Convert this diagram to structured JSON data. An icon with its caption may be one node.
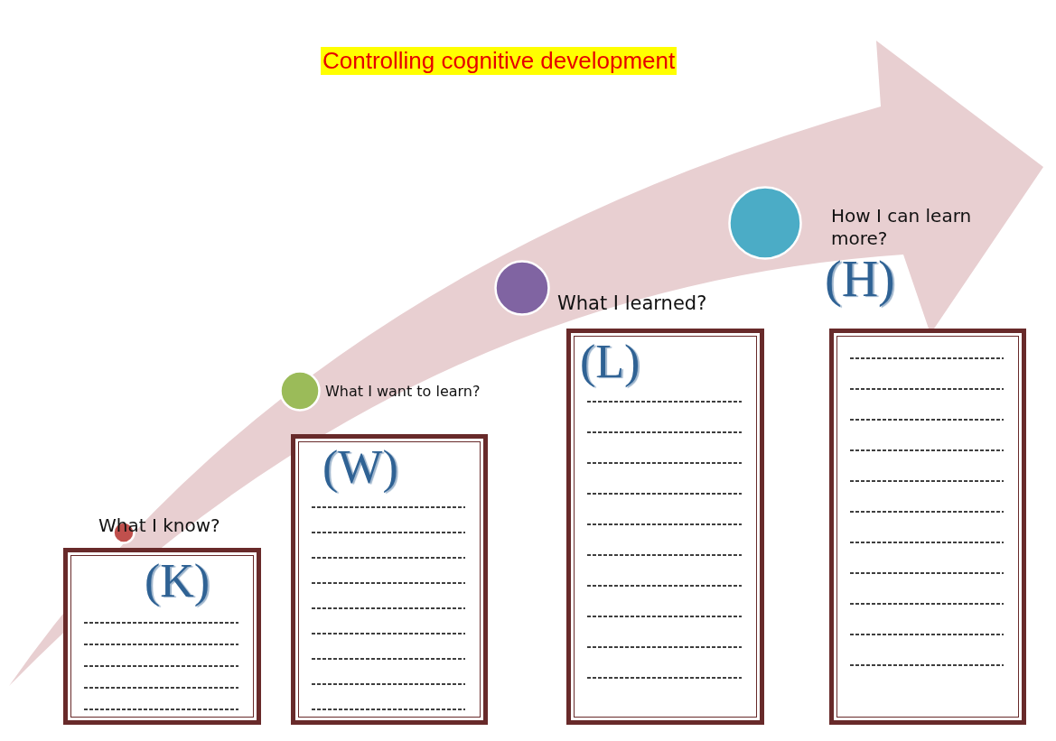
{
  "diagram": {
    "title": "Controlling cognitive development",
    "nodes": [
      {
        "text": [],
        "shape": "circle"
      },
      {
        "text": [
          "What I know?",
          "(K)"
        ]
      },
      {
        "text": [],
        "shape": "circle"
      },
      {
        "text": [
          "What I want to learn?",
          "(W)"
        ]
      },
      {
        "text": [],
        "shape": "circle"
      },
      {
        "text": [
          "What I learned?",
          "(L)"
        ]
      },
      {
        "text": [],
        "shape": "circle"
      },
      {
        "text": [
          "How I can learn more?",
          "(H)"
        ]
      }
    ],
    "edges": []
  }
}
